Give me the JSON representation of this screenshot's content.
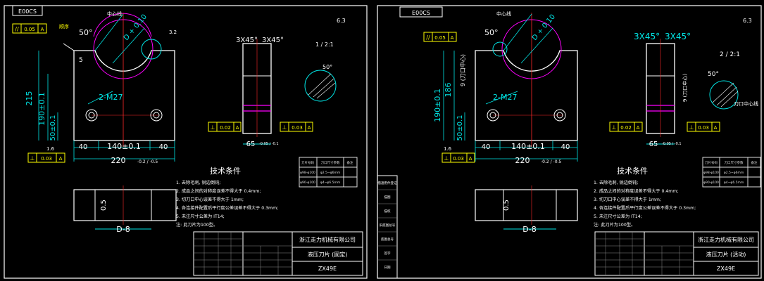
{
  "colors": {
    "background": "#000000",
    "frame": "#ffffff",
    "part": "#ffffff",
    "dimension": "#00e5e5",
    "centerline": "#ff2a2a",
    "highlight": "#ff00ff",
    "annotation": "#ffff00",
    "table": "#e6e6e6"
  },
  "left": {
    "code": "E00CS",
    "tol_frame": [
      "//",
      "0.05",
      "A"
    ],
    "roughness_top": "6.3",
    "roughness_side": "3.2",
    "dims": {
      "center_hole": "中心线",
      "hole_dia": "D + 0.10",
      "angle_50": "50°",
      "h215": "215",
      "h190": "190±0.1",
      "h50": "50±0.1",
      "w40a": "40",
      "w140": "140±0.1",
      "w40b": "40",
      "w220": "220",
      "w220_tol": "-0.2 / -0.5",
      "thread": "2-M27",
      "small": "5",
      "ra16": "1.6"
    },
    "side": {
      "chamfer_a": "3X45°",
      "chamfer_b": "3X45°",
      "w65": "65",
      "w65_tol": "-0.05 / -0.1",
      "frame_a": [
        "⊥",
        "0.02",
        "A"
      ],
      "frame_b": [
        "⊥",
        "0.03",
        "A"
      ],
      "frame_front": [
        "⊥",
        "0.03",
        "A"
      ]
    },
    "detail": {
      "ratio": "1 / 2:1",
      "angle": "50°"
    },
    "tech": {
      "title": "技术条件",
      "items": [
        "1. 去除毛刺, 锐边倒钝;",
        "2. 成品之间的对称度误差不得大于 0.4mm;",
        "3. 切刀口中心误差不得大于 1mm;",
        "4. 各连接件配置后平行度公差误差不得大于 0.3mm;",
        "5. 未注尺寸公差为 IT14;",
        "注: 此刀片为100型。"
      ]
    },
    "material_table": [
      [
        "刀片号码",
        "刀口尺寸参数",
        "备注"
      ],
      [
        "φ98-φ100",
        "φ2.5~φ6mm",
        ""
      ],
      [
        "φ90-φ100",
        "φ4~φ6.5mm",
        ""
      ]
    ],
    "small_view": {
      "dim_h": "0.5",
      "dim_d": "D-8"
    },
    "title_block": {
      "company": "浙江走力机械有限公司",
      "name": "液压刀片 (固定)",
      "code": "ZX49E"
    }
  },
  "right": {
    "code": "E00CS",
    "tol_frame": [
      "//",
      "0.05",
      "A"
    ],
    "roughness_top": "6.3",
    "dims": {
      "center_hole": "中心线",
      "hole_dia": "D + 0.10",
      "angle_50": "50°",
      "h190": "190±0.1",
      "h186": "186",
      "h50": "50±0.1",
      "w40a": "40",
      "w140": "140±0.1",
      "w40b": "40",
      "w220": "220",
      "w220_tol": "-0.2 / -0.5",
      "thread": "2-M27",
      "cut_label": "9 (刀口中心)",
      "ra16": "1.6"
    },
    "side": {
      "chamfer_a": "3X45°",
      "chamfer_b": "3X45°",
      "w65": "65",
      "w65_tol": "-0.05 / -0.1",
      "frame_a": [
        "⊥",
        "0.02",
        "A"
      ],
      "frame_b": [
        "⊥",
        "0.03",
        "A"
      ],
      "frame_front": [
        "⊥",
        "0.03",
        "A"
      ],
      "side_label": "9 (刀口中心)"
    },
    "detail": {
      "ratio": "2 / 2:1",
      "angle": "50°",
      "note": "刀口中心线"
    },
    "tech": {
      "title": "技术条件",
      "items": [
        "1. 去除毛刺, 锐边倒钝;",
        "2. 成品之间的对称度误差不得大于 0.4mm;",
        "3. 切刀口中心误差不得大于 1mm;",
        "4. 各连接件配置后平行度公差误差不得大于 0.3mm;",
        "5. 未注尺寸公差为 IT14;",
        "注: 此刀片为100型。"
      ]
    },
    "material_table": [
      [
        "刀片号码",
        "刀口尺寸参数",
        "备注"
      ],
      [
        "φ98-φ100",
        "φ2.5~φ6mm",
        ""
      ],
      [
        "φ90-φ100",
        "φ4~φ6.5mm",
        ""
      ]
    ],
    "small_view": {
      "dim_h": "0.5",
      "dim_d": "D-8"
    },
    "title_block": {
      "company": "浙江走力机械有限公司",
      "name": "液压刀片 (活动)",
      "code": "ZX49E"
    },
    "margin_labels": [
      "借通用件登记",
      "描图",
      "描校",
      "旧底图总号",
      "底图总号",
      "签字",
      "日期"
    ]
  }
}
